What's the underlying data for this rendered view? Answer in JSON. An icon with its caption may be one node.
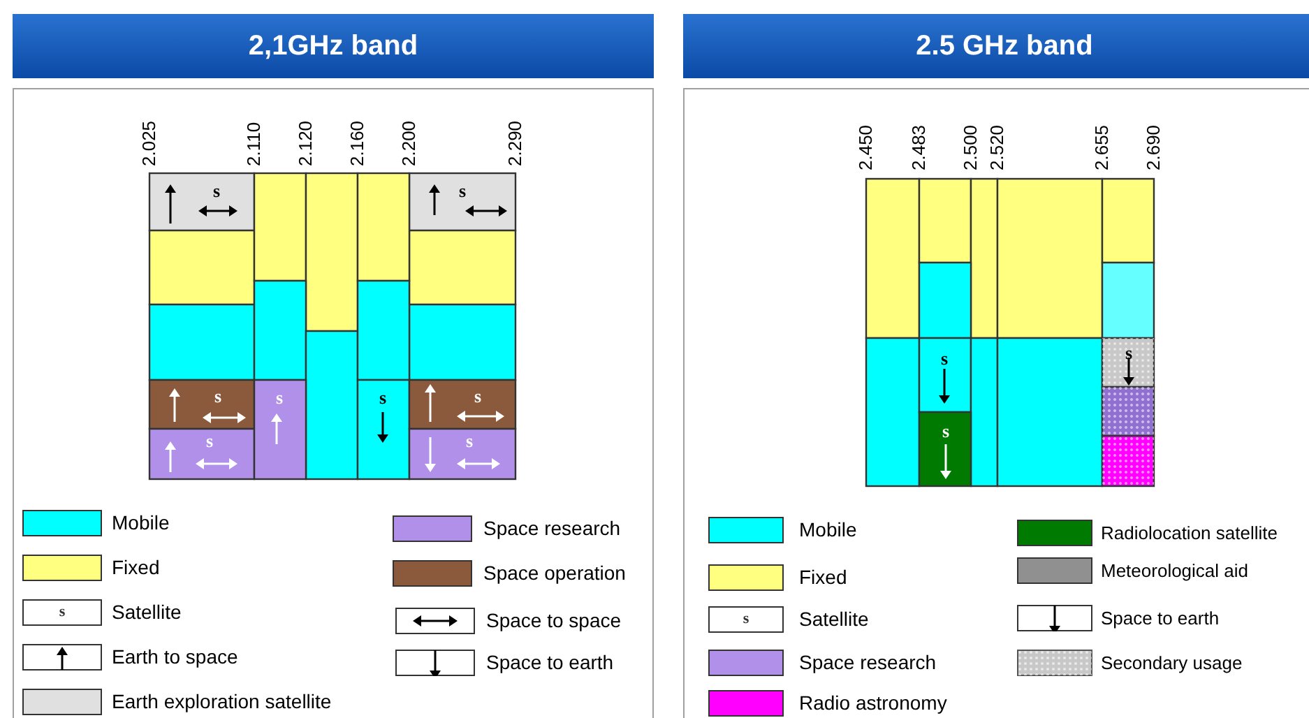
{
  "diagram": {
    "nodes": [
      {
        "text": [
          "2,1GHz band"
        ]
      },
      {
        "text": [
          "2.5 GHz band"
        ]
      }
    ],
    "edges": [],
    "labels": [
      "2.025",
      "2.110",
      "2.120",
      "2.160",
      "2.200",
      "2.290",
      "s",
      "s",
      "s",
      "s",
      "s",
      "s",
      "s",
      "s",
      "2.450",
      "2.483",
      "2.500",
      "2.520",
      "2.655",
      "2.690",
      "s",
      "s",
      "s",
      "s",
      "s"
    ],
    "legend": [
      {
        "text": "Mobile",
        "color": "#00ffff"
      },
      {
        "text": "Fixed",
        "color": "#ffff80"
      },
      {
        "text": "Satellite"
      },
      {
        "text": "Earth to space"
      },
      {
        "text": "Earth exploration satellite",
        "color": "#e0e0e0"
      },
      {
        "text": "Space research",
        "color": "#b090e8"
      },
      {
        "text": "Space operation",
        "color": "#8b5a3c"
      },
      {
        "text": "Space to space"
      },
      {
        "text": "Space to earth"
      },
      {
        "text": "Mobile",
        "color": "#00ffff"
      },
      {
        "text": "Fixed",
        "color": "#ffff80"
      },
      {
        "text": "Satellite"
      },
      {
        "text": "Space research",
        "color": "#b090e8"
      },
      {
        "text": "Radio astronomy",
        "color": "#ff00ff"
      },
      {
        "text": "Radiolocation satellite",
        "color": "#007a00"
      },
      {
        "text": "Meteorological aid",
        "color": "#909090"
      },
      {
        "text": "Space to earth"
      },
      {
        "text": "Secondary usage"
      }
    ]
  }
}
